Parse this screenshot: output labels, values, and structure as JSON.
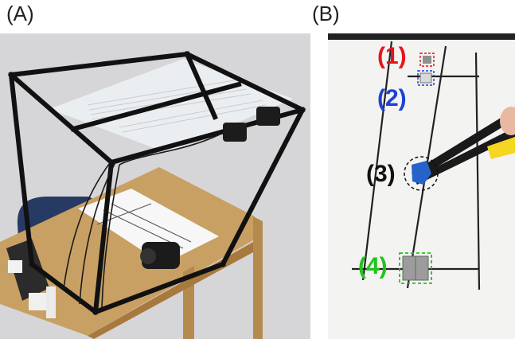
{
  "figure": {
    "panel_a": {
      "label": "(A)"
    },
    "panel_b": {
      "label": "(B)",
      "annotations": [
        {
          "text": "(1)",
          "color": "#e8141a"
        },
        {
          "text": "(2)",
          "color": "#1f3fd6"
        },
        {
          "text": "(3)",
          "color": "#111111"
        },
        {
          "text": "(4)",
          "color": "#22c41a"
        }
      ]
    }
  }
}
